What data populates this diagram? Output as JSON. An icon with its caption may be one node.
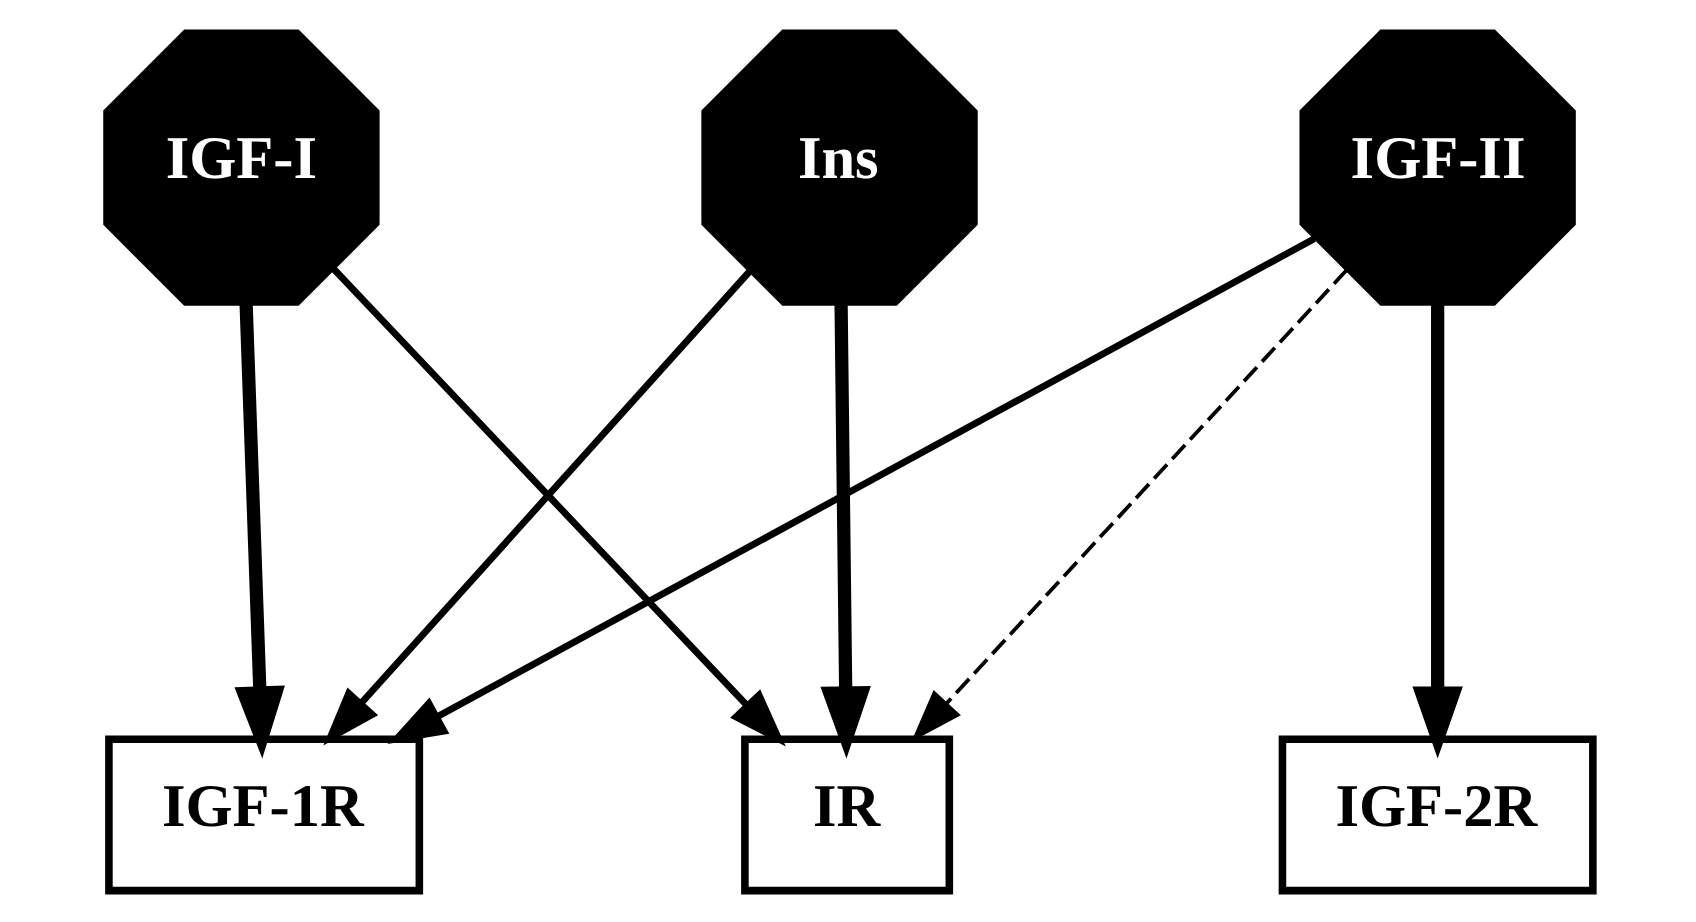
{
  "diagram": {
    "nodes": [
      {
        "text": [
          "Ins"
        ]
      },
      {
        "text": [
          "IGF-I"
        ]
      },
      {
        "text": [
          "IGF-II"
        ]
      },
      {
        "text": [
          "IR"
        ]
      },
      {
        "text": [
          "IGF-1R"
        ]
      },
      {
        "text": [
          "IGF-2R"
        ]
      }
    ],
    "edges": [
      {
        "from": 0,
        "to": 3,
        "arrow": "to",
        "style": "thick"
      },
      {
        "from": 0,
        "to": 4,
        "arrow": "to"
      },
      {
        "from": 1,
        "to": 3,
        "arrow": "to"
      },
      {
        "from": 1,
        "to": 4,
        "arrow": "to",
        "style": "thick"
      },
      {
        "from": 2,
        "to": 3,
        "arrow": "to",
        "style": "dashed"
      },
      {
        "from": 2,
        "to": 4,
        "arrow": "to"
      },
      {
        "from": 2,
        "to": 5,
        "arrow": "to",
        "style": "thick"
      }
    ]
  }
}
